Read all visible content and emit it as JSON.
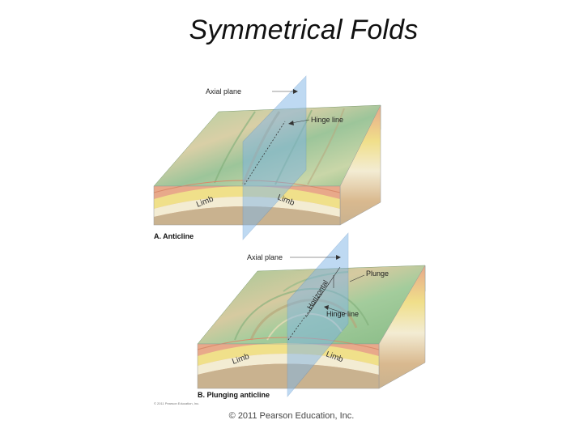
{
  "title": "Symmetrical Folds",
  "panel_a": {
    "caption": "A. Anticline",
    "axial_plane": "Axial plane",
    "hinge_line": "Hinge line",
    "limb_left": "Limb",
    "limb_right": "Limb"
  },
  "panel_b": {
    "caption": "B. Plunging anticline",
    "axial_plane": "Axial plane",
    "plunge": "Plunge",
    "horizontal": "Horizontal",
    "hinge_line": "Hinge line",
    "limb_left": "Limb",
    "limb_right": "Limb"
  },
  "small_credit": "© 2011 Pearson Education, Inc.",
  "copyright": "© 2011 Pearson Education, Inc.",
  "colors": {
    "terrain_green": "#8fbf8a",
    "terrain_tan": "#d8c9a0",
    "layer_pink": "#e8a98a",
    "layer_yellow": "#f0e08a",
    "layer_cream": "#f3ecd3",
    "layer_brown": "#c9b28f",
    "axial_plane_blue": "#7fb4e6"
  }
}
